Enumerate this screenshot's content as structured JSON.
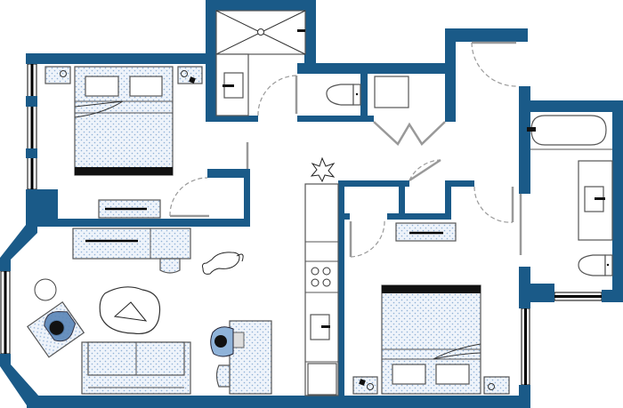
{
  "plan": {
    "type": "apartment-floor-plan",
    "rooms": [
      "bedroom-1",
      "bathroom-1",
      "living-room",
      "kitchen",
      "toilet-room",
      "closet",
      "bedroom-2",
      "bathroom-2"
    ]
  },
  "colors": {
    "wall": "#1a5a88",
    "furniture_fill": "#eef3fa",
    "furniture_dots": "#8fb0d6",
    "outline": "#555555",
    "door": "#999999",
    "person": "#5a86b8"
  },
  "icons": [
    "bed-icon",
    "nightstand-icon",
    "shower-icon",
    "sink-icon",
    "toilet-icon",
    "bathtub-icon",
    "stove-icon",
    "fridge-icon",
    "sofa-icon",
    "armchair-icon",
    "desk-icon",
    "cat-icon",
    "plant-icon",
    "rug-icon",
    "person-icon"
  ]
}
